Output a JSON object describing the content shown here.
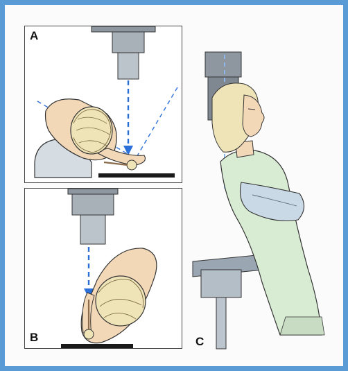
{
  "panels": {
    "a": {
      "label": "A"
    },
    "b": {
      "label": "B"
    },
    "c": {
      "label": "C"
    }
  },
  "colors": {
    "frame": "#5b9bd5",
    "beam": "#2b6fd8",
    "tube": "#8e97a0",
    "skin": "#f3d8b8",
    "hair": "#efe4b8",
    "gown": "#d7ecd2",
    "glove": "#c9d9e6",
    "support": "#d5dde3",
    "detector": "#1a1a1a"
  },
  "icons": {
    "tube": "xray-tube-icon",
    "beam": "central-ray-arrow-icon"
  }
}
